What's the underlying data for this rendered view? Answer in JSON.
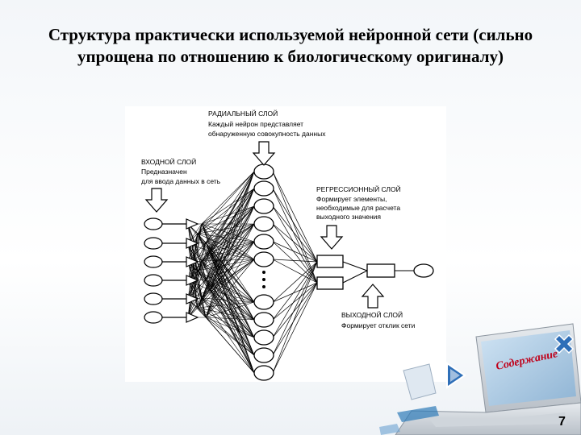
{
  "slide": {
    "title": "Структура практически используемой нейронной сети (сильно упрощена по отношению к биологическому оригиналу)",
    "page_number": "7",
    "contents_link": "Содержание"
  },
  "diagram": {
    "radial_layer": {
      "title": "РАДИАЛЬНЫЙ СЛОЙ",
      "lines": [
        "Каждый нейрон представляет",
        "обнаруженную совокупность данных"
      ]
    },
    "input_layer": {
      "title": "ВХОДНОЙ СЛОЙ",
      "lines": [
        "Предназначен",
        "для ввода данных в сеть"
      ]
    },
    "regression_layer": {
      "title": "РЕГРЕССИОННЫЙ СЛОЙ",
      "lines": [
        "Формирует элементы,",
        "необходимые для расчета",
        "выходного значения"
      ]
    },
    "output_layer": {
      "title": "ВЫХОДНОЙ СЛОЙ",
      "lines": [
        "Формирует отклик сети"
      ]
    }
  },
  "colors": {
    "accent": "#c0001a",
    "nav_arrow": "#2f6fb8"
  },
  "icons": [
    "close-x-icon",
    "nav-arrow-icon",
    "laptop-icon"
  ]
}
